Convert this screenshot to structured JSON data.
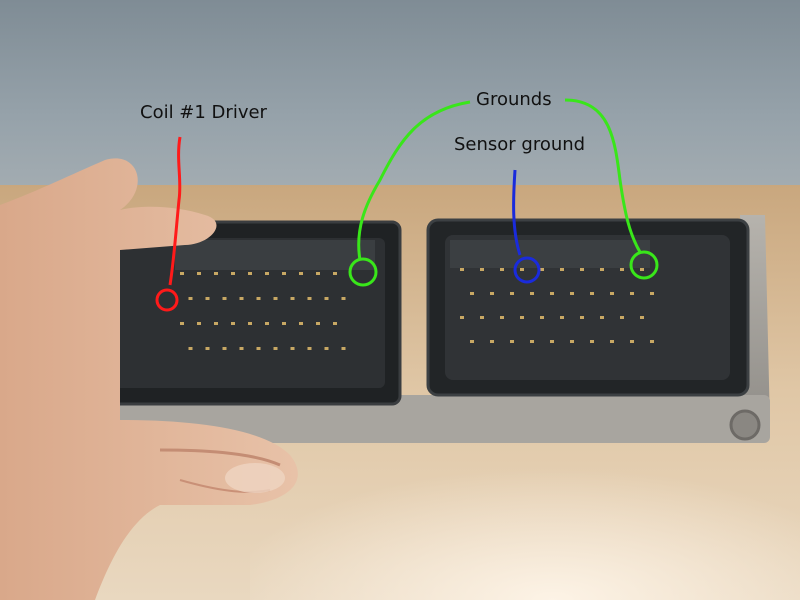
{
  "labels": {
    "coil_driver": "Coil #1 Driver",
    "grounds": "Grounds",
    "sensor_ground": "Sensor ground"
  },
  "colors": {
    "wall": "#8d9aa3",
    "tan_surface": "#d9c0a0",
    "red_marker": "#ff1a1a",
    "green_marker": "#39e61a",
    "blue_marker": "#1a2bdc",
    "connector": "#2b2e30",
    "pin": "#c8a864"
  },
  "subjects": [
    "hand",
    "ecu-connector-block",
    "metal-ecu-housing"
  ]
}
